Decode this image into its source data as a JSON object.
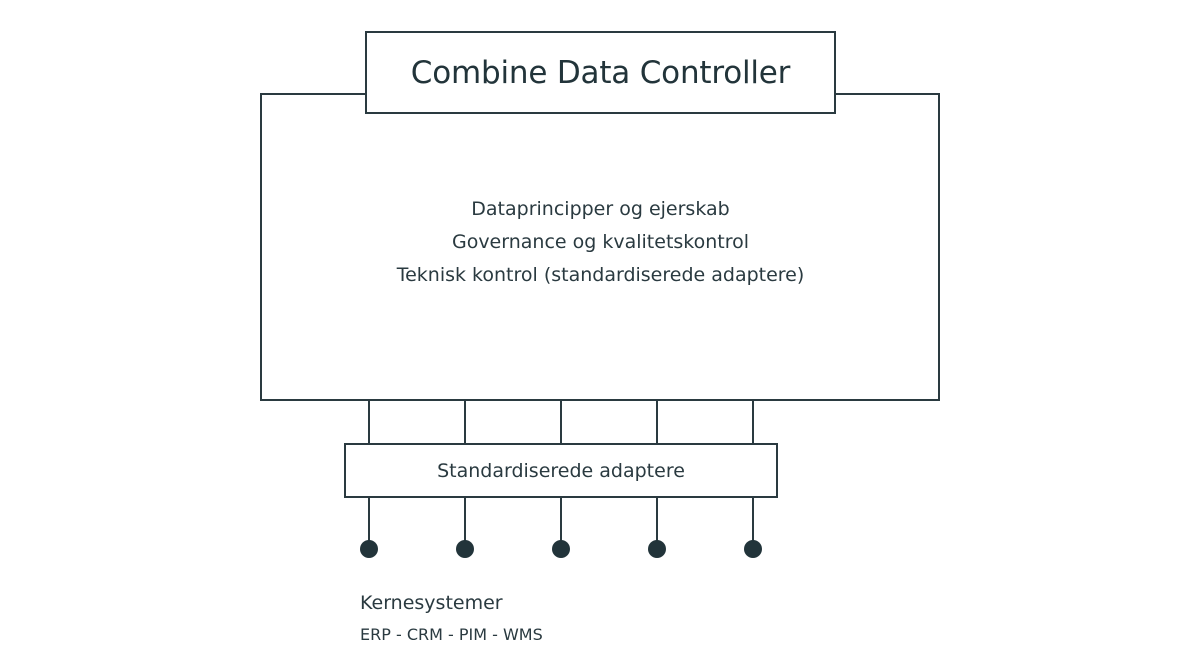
{
  "controller": {
    "title": "Combine Data Controller",
    "principles": [
      "Dataprincipper og ejerskab",
      "Governance og kvalitetskontrol",
      "Teknisk kontrol (standardiserede adaptere)"
    ]
  },
  "adapters": {
    "label": "Standardiserede adaptere",
    "count": 5
  },
  "core": {
    "title": "Kernesystemer",
    "systems": "ERP - CRM - PIM - WMS"
  },
  "colors": {
    "stroke": "#2a3a40",
    "node": "#22343a",
    "background": "#ffffff"
  }
}
